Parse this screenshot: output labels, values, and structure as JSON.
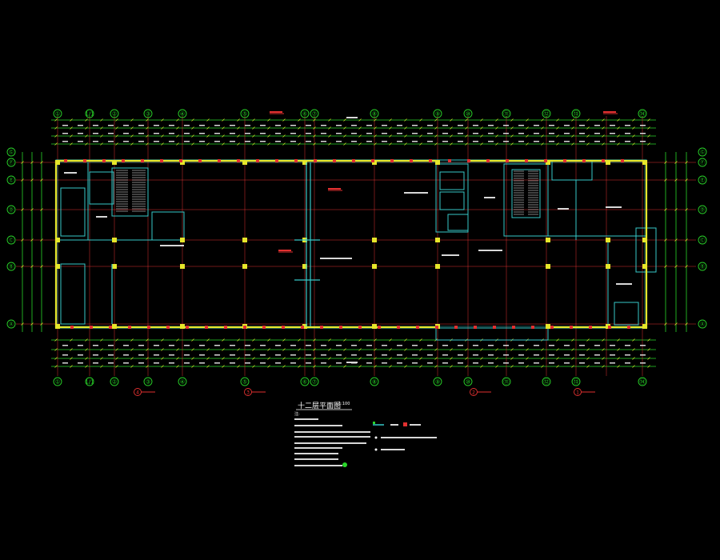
{
  "drawing": {
    "title": "十二层平面图",
    "scale": "1:100",
    "notes_heading": "注:",
    "colors": {
      "background": "#000000",
      "grid_axis": "#e23030",
      "dimension": "#29d629",
      "wall": "#36c8c8",
      "column": "#e6e62a",
      "hatch": "#ffffff",
      "callout": "#e23030",
      "label": "#ffffff"
    },
    "axes_horizontal": [
      "①",
      "1/1",
      "②",
      "③",
      "④",
      "⑤",
      "⑥",
      "⑦",
      "⑧",
      "⑨",
      "⑩",
      "⑪",
      "⑫",
      "⑬",
      "⑭"
    ],
    "axes_vertical": [
      "Ⓐ",
      "Ⓑ",
      "Ⓒ",
      "Ⓓ",
      "Ⓔ",
      "Ⓕ",
      "Ⓖ"
    ],
    "section_markers": [
      "4",
      "3",
      "2",
      "1"
    ]
  }
}
